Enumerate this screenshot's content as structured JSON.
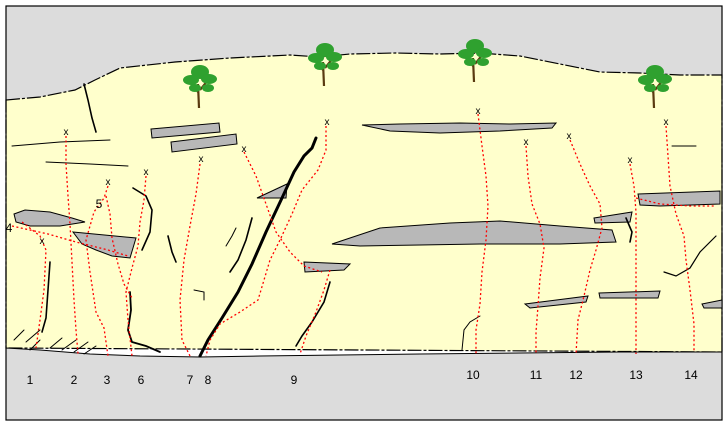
{
  "topo": {
    "colors": {
      "sky": "#dcdcdc",
      "rock": "#ffffcc",
      "ground": "#dcdcdc",
      "route_line": "#ff0000",
      "ledge": "#b8b8b8",
      "tree": "#2fa12f"
    },
    "icons": [
      "tree-icon",
      "anchor-x-icon"
    ],
    "routes": [
      {
        "number": "1"
      },
      {
        "number": "2"
      },
      {
        "number": "3"
      },
      {
        "number": "4"
      },
      {
        "number": "5"
      },
      {
        "number": "6"
      },
      {
        "number": "7"
      },
      {
        "number": "8"
      },
      {
        "number": "9"
      },
      {
        "number": "10"
      },
      {
        "number": "11"
      },
      {
        "number": "12"
      },
      {
        "number": "13"
      },
      {
        "number": "14"
      }
    ],
    "anchor_mark": "x"
  }
}
